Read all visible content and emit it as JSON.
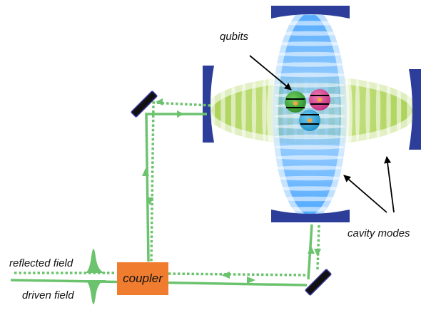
{
  "labels": {
    "qubits": "qubits",
    "cavity_modes": "cavity modes",
    "reflected_field": "reflected field",
    "driven_field": "driven field",
    "coupler": "coupler"
  },
  "colors": {
    "beam": "#6cc36e",
    "mirror_blue": "#2c3e9a",
    "mirror_black": "#111111",
    "mirror_outline": "#3a3aa0",
    "cavity_green": "#8dc21f",
    "cavity_blue": "#1e90ff",
    "coupler": "#f07d2f",
    "qubit_green": "#3a9d3a",
    "qubit_pink": "#d63c8f",
    "qubit_blue": "#2aa3d8",
    "arrow": "#000000"
  },
  "icons": {
    "flat_mirror": "flat-mirror-icon",
    "curved_mirror": "curved-mirror-icon",
    "qubit": "qubit-icon",
    "coupler": "coupler-box-icon",
    "pulse": "wave-pulse-icon"
  }
}
